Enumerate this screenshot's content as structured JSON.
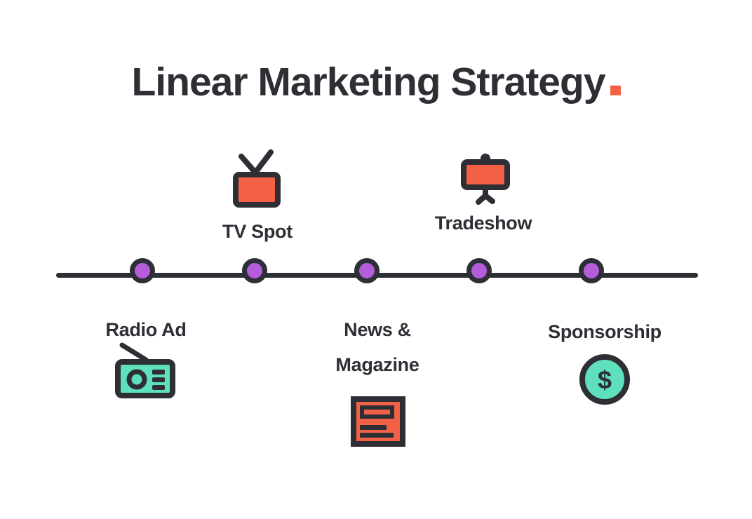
{
  "title": {
    "text": "Linear Marketing Strategy",
    "period_shape": "orange-square"
  },
  "colors": {
    "dark": "#2e2e35",
    "orange": "#f26145",
    "teal": "#5ee0bc",
    "purple": "#b55cdd",
    "bg": "#ffffff"
  },
  "timeline": {
    "type": "linear-horizontal",
    "node_count": 5,
    "items": [
      {
        "label": "Radio Ad",
        "icon": "radio-icon",
        "icon_color": "teal",
        "position": "below"
      },
      {
        "label": "TV Spot",
        "icon": "tv-icon",
        "icon_color": "orange",
        "position": "above"
      },
      {
        "label": "News & Magazine",
        "icon": "newspaper-icon",
        "icon_color": "orange",
        "position": "below"
      },
      {
        "label": "Tradeshow",
        "icon": "presentation-board-icon",
        "icon_color": "orange",
        "position": "above"
      },
      {
        "label": "Sponsorship",
        "icon": "dollar-coin-icon",
        "icon_color": "teal",
        "position": "below"
      }
    ],
    "coin_symbol": "$"
  }
}
